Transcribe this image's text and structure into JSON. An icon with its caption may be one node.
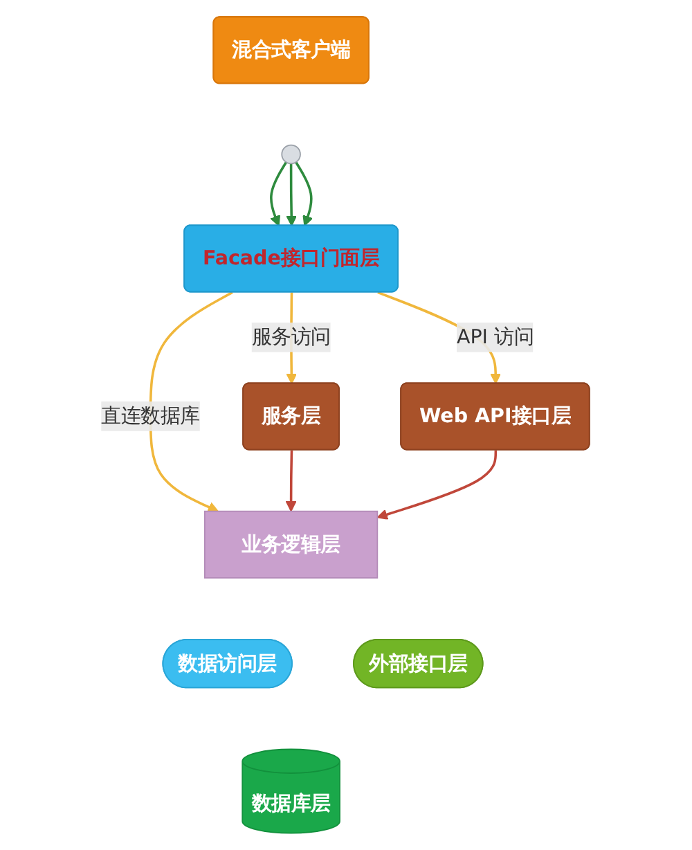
{
  "diagram": {
    "nodes": [
      {
        "text": [
          "混合式客户端"
        ]
      },
      {
        "text": [],
        "shape": "circle"
      },
      {
        "text": [
          "Facade接口门面层"
        ]
      },
      {
        "text": [
          "服务层"
        ]
      },
      {
        "text": [
          "Web API接口层"
        ]
      },
      {
        "text": [
          "业务逻辑层"
        ]
      },
      {
        "text": [
          "数据访问层"
        ]
      },
      {
        "text": [
          "外部接口层"
        ]
      },
      {
        "text": [
          "数据库层"
        ]
      }
    ],
    "edges": [
      {
        "from": 1,
        "to": 2,
        "arrow": "to",
        "color": "#2e8b3e"
      },
      {
        "from": 1,
        "to": 2,
        "arrow": "to",
        "color": "#2e8b3e"
      },
      {
        "from": 1,
        "to": 2,
        "arrow": "to",
        "color": "#2e8b3e"
      },
      {
        "from": 2,
        "to": 5,
        "label": "直连数据库",
        "arrow": "to",
        "color": "#f0b73c"
      },
      {
        "from": 2,
        "to": 3,
        "label": "服务访问",
        "arrow": "to",
        "color": "#f0b73c"
      },
      {
        "from": 2,
        "to": 4,
        "label": "API 访问",
        "arrow": "to",
        "color": "#f0b73c"
      },
      {
        "from": 3,
        "to": 5,
        "arrow": "to",
        "color": "#c0473a"
      },
      {
        "from": 4,
        "to": 5,
        "arrow": "to",
        "color": "#c0473a"
      }
    ]
  }
}
